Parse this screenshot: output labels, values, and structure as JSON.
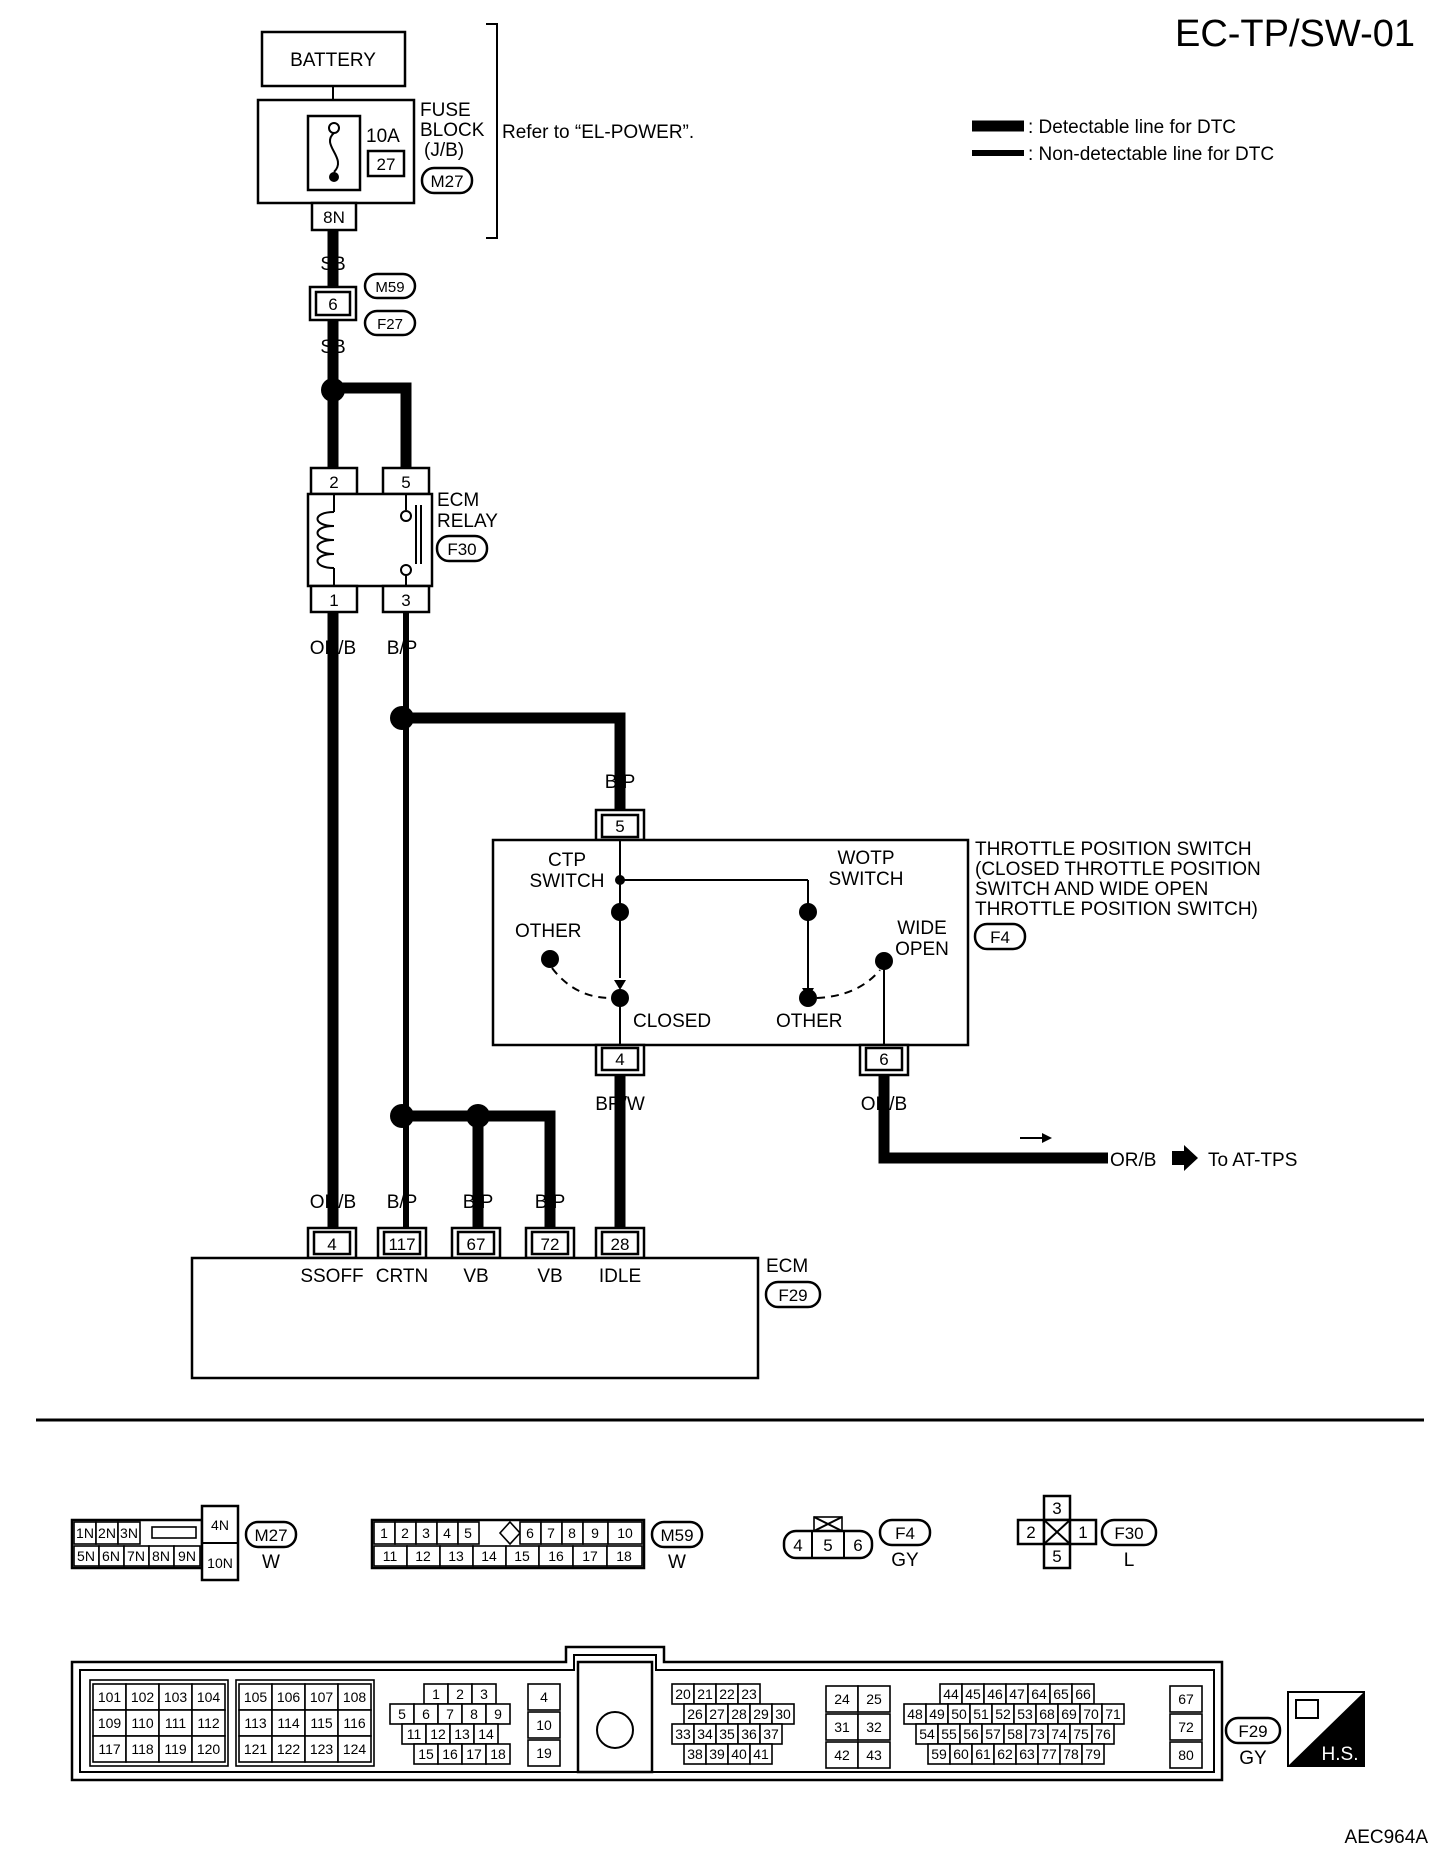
{
  "page": {
    "title": "EC-TP/SW-01",
    "figure_code": "AEC964A"
  },
  "legend": {
    "detectable": ": Detectable line for DTC",
    "non_detectable": ": Non-detectable line for DTC"
  },
  "battery": {
    "label": "BATTERY"
  },
  "fuse_block": {
    "label_1": "FUSE",
    "label_2": "BLOCK",
    "label_3": "(J/B)",
    "amp": "10A",
    "fuse_no": "27",
    "connector": "M27",
    "terminal": "8N",
    "note": "Refer to “EL-POWER”."
  },
  "joint_connector": {
    "pin": "6",
    "conn_top": "M59",
    "conn_bottom": "F27"
  },
  "wire_colors": {
    "sb_top": "SB",
    "sb_bottom": "SB",
    "orb_relay": "OR/B",
    "bp_relay": "B/P",
    "bp_switch": "B/P",
    "brw": "BR/W",
    "orb_switch": "OR/B",
    "ecm_orb": "OR/B",
    "ecm_bp_117": "B/P",
    "ecm_bp_67": "B/P",
    "ecm_bp_72": "B/P",
    "orb_out": "OR/B"
  },
  "ecm_relay": {
    "label_1": "ECM",
    "label_2": "RELAY",
    "connector": "F30",
    "pins": [
      "2",
      "5",
      "1",
      "3"
    ]
  },
  "tp_switch": {
    "pin_top": "5",
    "pin_bottom_left": "4",
    "pin_bottom_right": "6",
    "ctp_1": "CTP",
    "ctp_2": "SWITCH",
    "wotp_1": "WOTP",
    "wotp_2": "SWITCH",
    "other_left": "OTHER",
    "closed": "CLOSED",
    "other_right": "OTHER",
    "wide_1": "WIDE",
    "wide_2": "OPEN",
    "name_1": "THROTTLE POSITION SWITCH",
    "name_2": "(CLOSED THROTTLE POSITION",
    "name_3": "SWITCH AND WIDE OPEN",
    "name_4": "THROTTLE POSITION SWITCH)",
    "connector": "F4"
  },
  "to_at_tps": "To AT-TPS",
  "ecm": {
    "label": "ECM",
    "connector": "F29",
    "pins": [
      "4",
      "117",
      "67",
      "72",
      "28"
    ],
    "terminals": [
      "SSOFF",
      "CRTN",
      "VB",
      "VB",
      "IDLE"
    ]
  },
  "connector_views": {
    "m27": {
      "row1": [
        "1N",
        "2N",
        "3N"
      ],
      "row2": [
        "5N",
        "6N",
        "7N",
        "8N",
        "9N"
      ],
      "side_top": "4N",
      "side_bottom": "10N",
      "id": "M27",
      "color": "W"
    },
    "m59": {
      "row1": [
        "1",
        "2",
        "3",
        "4",
        "5",
        "6",
        "7",
        "8",
        "9",
        "10"
      ],
      "row2": [
        "11",
        "12",
        "13",
        "14",
        "15",
        "16",
        "17",
        "18"
      ],
      "id": "M59",
      "color": "W"
    },
    "f4": {
      "pins": [
        "4",
        "5",
        "6"
      ],
      "id": "F4",
      "color": "GY"
    },
    "f30": {
      "top": "3",
      "left": "2",
      "right": "1",
      "bottom": "5",
      "id": "F30",
      "color": "L"
    },
    "f29": {
      "id": "F29",
      "color": "GY",
      "hs": "H.S.",
      "block_a": [
        [
          "101",
          "102",
          "103",
          "104"
        ],
        [
          "109",
          "110",
          "111",
          "112"
        ],
        [
          "117",
          "118",
          "119",
          "120"
        ]
      ],
      "block_b": [
        [
          "105",
          "106",
          "107",
          "108"
        ],
        [
          "113",
          "114",
          "115",
          "116"
        ],
        [
          "121",
          "122",
          "123",
          "124"
        ]
      ],
      "block_c": [
        [
          "1",
          "2",
          "3"
        ],
        [
          "5",
          "6",
          "7",
          "8",
          "9"
        ],
        [
          "11",
          "12",
          "13",
          "14"
        ],
        [
          "15",
          "16",
          "17",
          "18"
        ]
      ],
      "block_d": [
        "4",
        "10",
        "19"
      ],
      "block_e": [
        [
          "20",
          "21",
          "22",
          "23"
        ],
        [
          "26",
          "27",
          "28",
          "29",
          "30"
        ],
        [
          "33",
          "34",
          "35",
          "36",
          "37"
        ],
        [
          "38",
          "39",
          "40",
          "41"
        ]
      ],
      "block_f": [
        [
          "24",
          "25"
        ],
        [
          "31",
          "32"
        ],
        [
          "42",
          "43"
        ]
      ],
      "block_g": [
        [
          "44",
          "45",
          "46",
          "47",
          "64",
          "65",
          "66"
        ],
        [
          "48",
          "49",
          "50",
          "51",
          "52",
          "53",
          "68",
          "69",
          "70",
          "71"
        ],
        [
          "54",
          "55",
          "56",
          "57",
          "58",
          "73",
          "74",
          "75",
          "76"
        ],
        [
          "59",
          "60",
          "61",
          "62",
          "63",
          "77",
          "78",
          "79"
        ]
      ],
      "block_h": [
        "67",
        "72",
        "80"
      ]
    }
  }
}
